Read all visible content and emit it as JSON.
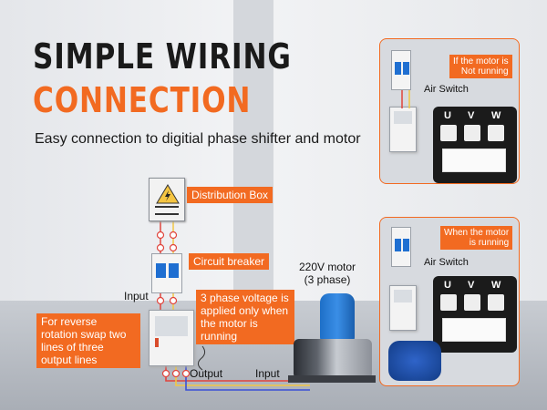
{
  "header": {
    "title_line1": "SIMPLE WIRING",
    "title_line2": "CONNECTION",
    "subtitle": "Easy connection to digitial phase shifter and motor"
  },
  "labels": {
    "distribution_box": "Distribution Box",
    "circuit_breaker": "Circuit breaker",
    "input_top": "Input",
    "motor": "220V motor\n(3 phase)",
    "voltage_note": "3 phase voltage is applied only when the motor is running",
    "reverse_note": "For reverse rotation swap two lines of three output lines",
    "output": "Output",
    "input_bottom": "Input"
  },
  "panels": {
    "top": {
      "tag": "If the motor is\nNot running",
      "air_switch": "Air Switch",
      "terminals": [
        "U",
        "V",
        "W"
      ]
    },
    "bottom": {
      "tag": "When the motor\nis running",
      "air_switch": "Air Switch",
      "terminals": [
        "U",
        "V",
        "W"
      ]
    }
  },
  "colors": {
    "accent": "#f26a21",
    "wire_red": "#e0443c",
    "wire_yellow": "#f2c744",
    "wire_blue": "#3a4fd6",
    "breaker_blue": "#1f6fd1"
  }
}
